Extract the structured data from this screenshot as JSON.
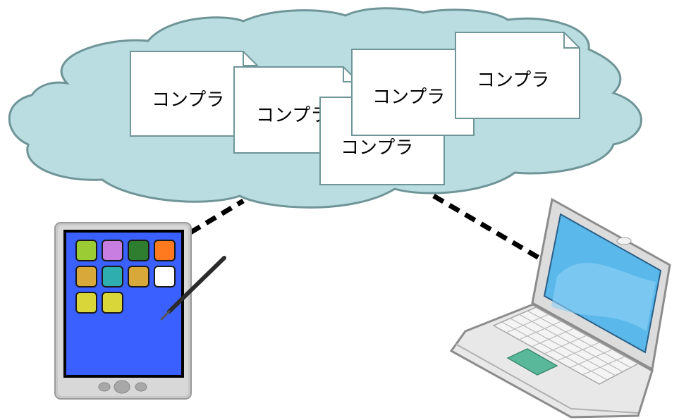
{
  "colors": {
    "cloud_fill": "#b9dde0",
    "cloud_stroke": "#6f9598",
    "tablet_screen": "#3a60ff",
    "laptop_screen": "#5ab8ea",
    "connector": "#000000"
  },
  "documents": [
    {
      "label": "コンプラ"
    },
    {
      "label": "コンプラ"
    },
    {
      "label": "コンプラ"
    },
    {
      "label": "コンプラ"
    },
    {
      "label": "コンプラ"
    }
  ],
  "tablet": {
    "icon": "tablet-icon",
    "app_tile_colors": [
      "#9ccc34",
      "#c77ee0",
      "#2f7d2f",
      "#ff7a1f",
      "#d9a83a",
      "#2faeb0",
      "#d9a83a",
      "#ffffff",
      "#d9d63a",
      "#d9d63a"
    ]
  },
  "stylus": {
    "icon": "stylus-icon"
  },
  "laptop": {
    "icon": "laptop-icon"
  }
}
